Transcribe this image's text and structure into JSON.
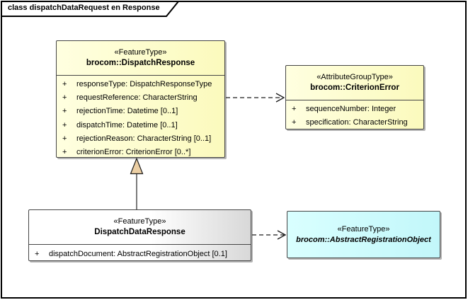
{
  "frame": {
    "title": "class dispatchDataRequest en Response"
  },
  "classes": {
    "dispatch_response": {
      "stereotype": "«FeatureType»",
      "name": "brocom::DispatchResponse",
      "attributes": [
        {
          "vis": "+",
          "text": "responseType: DispatchResponseType"
        },
        {
          "vis": "+",
          "text": "requestReference: CharacterString"
        },
        {
          "vis": "+",
          "text": "rejectionTime: Datetime [0..1]"
        },
        {
          "vis": "+",
          "text": "dispatchTime: Datetime [0..1]"
        },
        {
          "vis": "+",
          "text": "rejectionReason: CharacterString [0..1]"
        },
        {
          "vis": "+",
          "text": "criterionError: CriterionError [0..*]"
        }
      ]
    },
    "criterion_error": {
      "stereotype": "«AttributeGroupType»",
      "name": "brocom::CriterionError",
      "attributes": [
        {
          "vis": "+",
          "text": "sequenceNumber: Integer"
        },
        {
          "vis": "+",
          "text": "specification: CharacterString"
        }
      ]
    },
    "dispatch_data_response": {
      "stereotype": "«FeatureType»",
      "name": "DispatchDataResponse",
      "attributes": [
        {
          "vis": "+",
          "text": "dispatchDocument: AbstractRegistrationObject [0.1]"
        }
      ]
    },
    "abstract_registration_object": {
      "stereotype": "«FeatureType»",
      "name": "brocom::AbstractRegistrationObject"
    }
  },
  "relations": [
    {
      "type": "dependency",
      "from": "brocom::DispatchResponse",
      "to": "brocom::CriterionError",
      "line": "dashed-open-arrow"
    },
    {
      "type": "generalization",
      "from": "DispatchDataResponse",
      "to": "brocom::DispatchResponse",
      "line": "solid-hollow-triangle"
    },
    {
      "type": "dependency",
      "from": "DispatchDataResponse",
      "to": "brocom::AbstractRegistrationObject",
      "line": "dashed-open-arrow"
    }
  ],
  "colors": {
    "frame-border": "#000000",
    "box-border": "#454545",
    "yellow-1": "#ffffe0",
    "yellow-2": "#fbfabd",
    "cyan-1": "#d9ffff",
    "cyan-2": "#c2f7fa",
    "gray-1": "#ffffff",
    "gray-2": "#d8d8d8",
    "shadow": "#b4b4b4",
    "triangle-fill": "#eccfa4",
    "line": "#1a1a1a",
    "gen-line": "#5a5a5a"
  }
}
